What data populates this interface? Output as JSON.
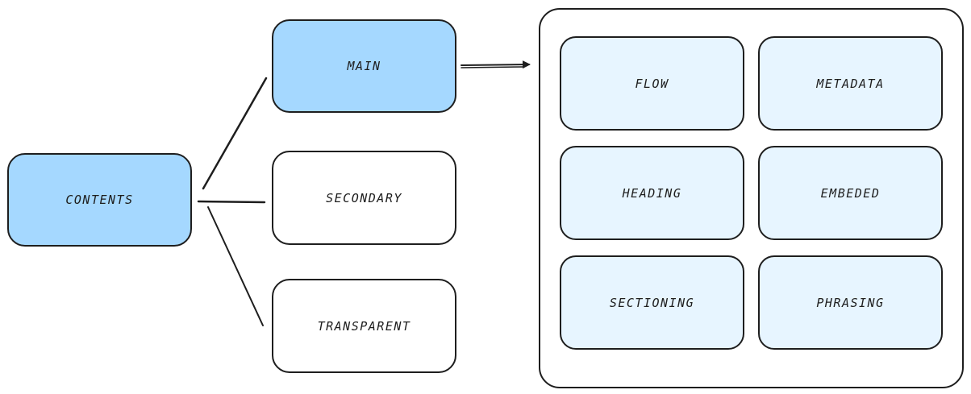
{
  "colors": {
    "stroke": "#1e1e1e",
    "root_fill": "#a5d8ff",
    "leaf_fill": "#e7f5ff",
    "plain_fill": "#ffffff"
  },
  "root": {
    "label": "CONTENTS"
  },
  "categories": [
    {
      "label": "MAIN"
    },
    {
      "label": "SECONDARY"
    },
    {
      "label": "TRANSPARENT"
    }
  ],
  "main_types": [
    {
      "label": "FLOW"
    },
    {
      "label": "METADATA"
    },
    {
      "label": "HEADING"
    },
    {
      "label": "EMBEDED"
    },
    {
      "label": "SECTIONING"
    },
    {
      "label": "PHRASING"
    }
  ]
}
